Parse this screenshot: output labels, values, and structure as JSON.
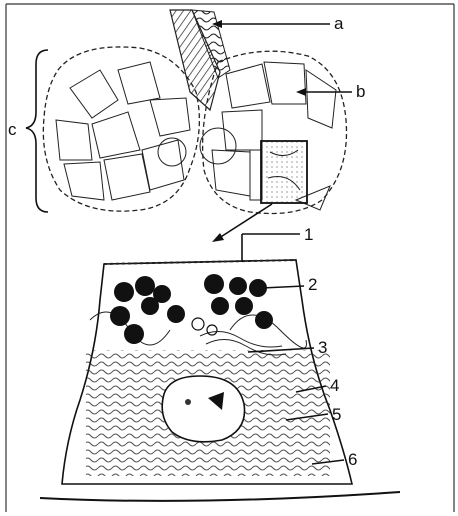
{
  "figure": {
    "labels": {
      "a": "a",
      "b": "b",
      "c": "c",
      "n1": "1",
      "n2": "2",
      "n3": "3",
      "n4": "4",
      "n5": "5",
      "n6": "6"
    }
  }
}
